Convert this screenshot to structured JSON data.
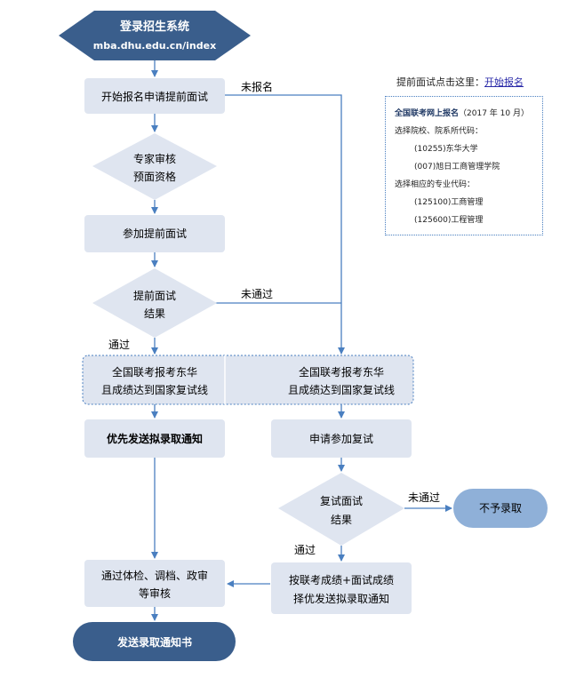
{
  "nodes": {
    "start": {
      "line1": "登录招生系统",
      "line2": "mba.dhu.edu.cn/index"
    },
    "apply_early": "开始报名申请提前面试",
    "expert_review": {
      "line1": "专家审核",
      "line2": "预面资格"
    },
    "attend_early": "参加提前面试",
    "early_result": {
      "line1": "提前面试",
      "line2": "结果"
    },
    "national_left": {
      "line1": "全国联考报考东华",
      "line2": "且成绩达到国家复试线"
    },
    "national_right": {
      "line1": "全国联考报考东华",
      "line2": "且成绩达到国家复试线"
    },
    "priority_notice": "优先发送拟录取通知",
    "apply_retest": "申请参加复试",
    "retest_result": {
      "line1": "复试面试",
      "line2": "结果"
    },
    "reject": "不予录取",
    "checkups": {
      "line1": "通过体检、调档、政审",
      "line2": "等审核"
    },
    "merit_notice": {
      "line1": "按联考成绩+面试成绩",
      "line2": "择优发送拟录取通知"
    },
    "send_letter": "发送录取通知书"
  },
  "edge_labels": {
    "not_registered": "未报名",
    "early_fail": "未通过",
    "early_pass": "通过",
    "retest_fail": "未通过",
    "retest_pass": "通过"
  },
  "note": {
    "link_prefix": "提前面试点击这里：",
    "link_text": "开始报名",
    "title": "全国联考网上报名",
    "title_date": "（2017 年 10 月）",
    "line_school_label": "选择院校、院系所代码：",
    "school_code": "(10255)东华大学",
    "dept_code": "(007)旭日工商管理学院",
    "line_major_label": "选择相应的专业代码：",
    "major1": "(125100)工商管理",
    "major2": "(125600)工程管理"
  },
  "colors": {
    "box_fill": "#dfe5f0",
    "dark_fill": "#3a5e8c",
    "reject_fill": "#8fb0d8",
    "arrow": "#4a7fc0"
  }
}
